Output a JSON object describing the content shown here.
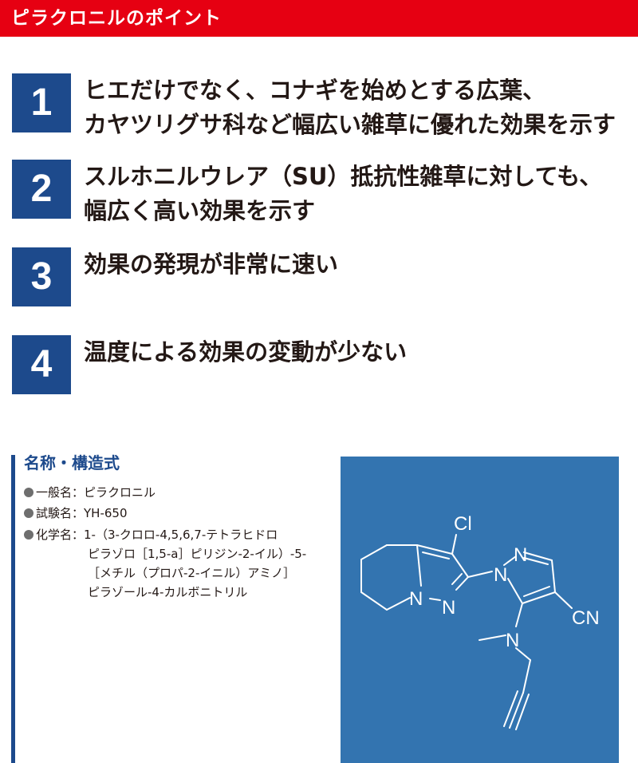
{
  "header": {
    "title": "ピラクロニルのポイント"
  },
  "points": [
    {
      "number": "1",
      "lines": [
        "ヒエだけでなく、コナギを始めとする広葉、",
        "カヤツリグサ科など幅広い雑草に優れた効果を示す"
      ]
    },
    {
      "number": "2",
      "lines": [
        "スルホニルウレア（SU）抵抗性雑草に対しても、",
        "幅広く高い効果を示す"
      ]
    },
    {
      "number": "3",
      "lines": [
        "効果の発現が非常に速い"
      ]
    },
    {
      "number": "4",
      "lines": [
        "温度による効果の変動が少ない"
      ]
    }
  ],
  "names": {
    "title": "名称・構造式",
    "common_label": "一般名：",
    "common_value": "ピラクロニル",
    "test_label": "試験名：",
    "test_value": "YH-650",
    "chemical_label": "化学名：",
    "chemical_lines": [
      "1-（3-クロロ-4,5,6,7-テトラヒドロ",
      "ピラゾロ［1,5-a］ピリジン-2-イル）-5-",
      "［メチル（プロパ-2-イニル）アミノ］",
      "ピラゾール-4-カルボニトリル"
    ]
  },
  "structure": {
    "atoms": {
      "cl": "Cl",
      "n1": "N",
      "n2": "N",
      "n3": "N",
      "n4": "N",
      "n5": "N",
      "cn": "CN"
    }
  },
  "colors": {
    "header": "#e60012",
    "accent": "#1d4a8c",
    "panel": "#3374b0"
  }
}
